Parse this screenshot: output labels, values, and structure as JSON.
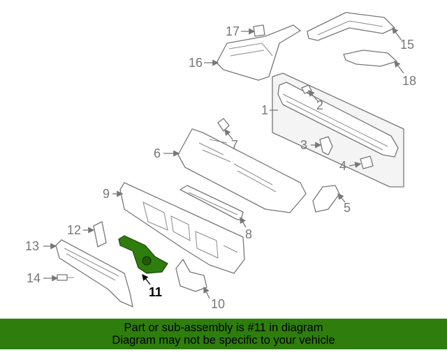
{
  "diagram": {
    "callouts": [
      "1",
      "2",
      "3",
      "4",
      "5",
      "6",
      "7",
      "8",
      "9",
      "10",
      "11",
      "12",
      "13",
      "14",
      "15",
      "16",
      "17",
      "18"
    ],
    "highlighted_part": "11",
    "colors": {
      "highlight_fill": "#2e7d0d",
      "line": "#777777",
      "banner_bg": "#2e7d0d"
    }
  },
  "banner": {
    "line1": "Part or sub-assembly is #11 in diagram",
    "line2": "Diagram may not be specific to your vehicle"
  }
}
